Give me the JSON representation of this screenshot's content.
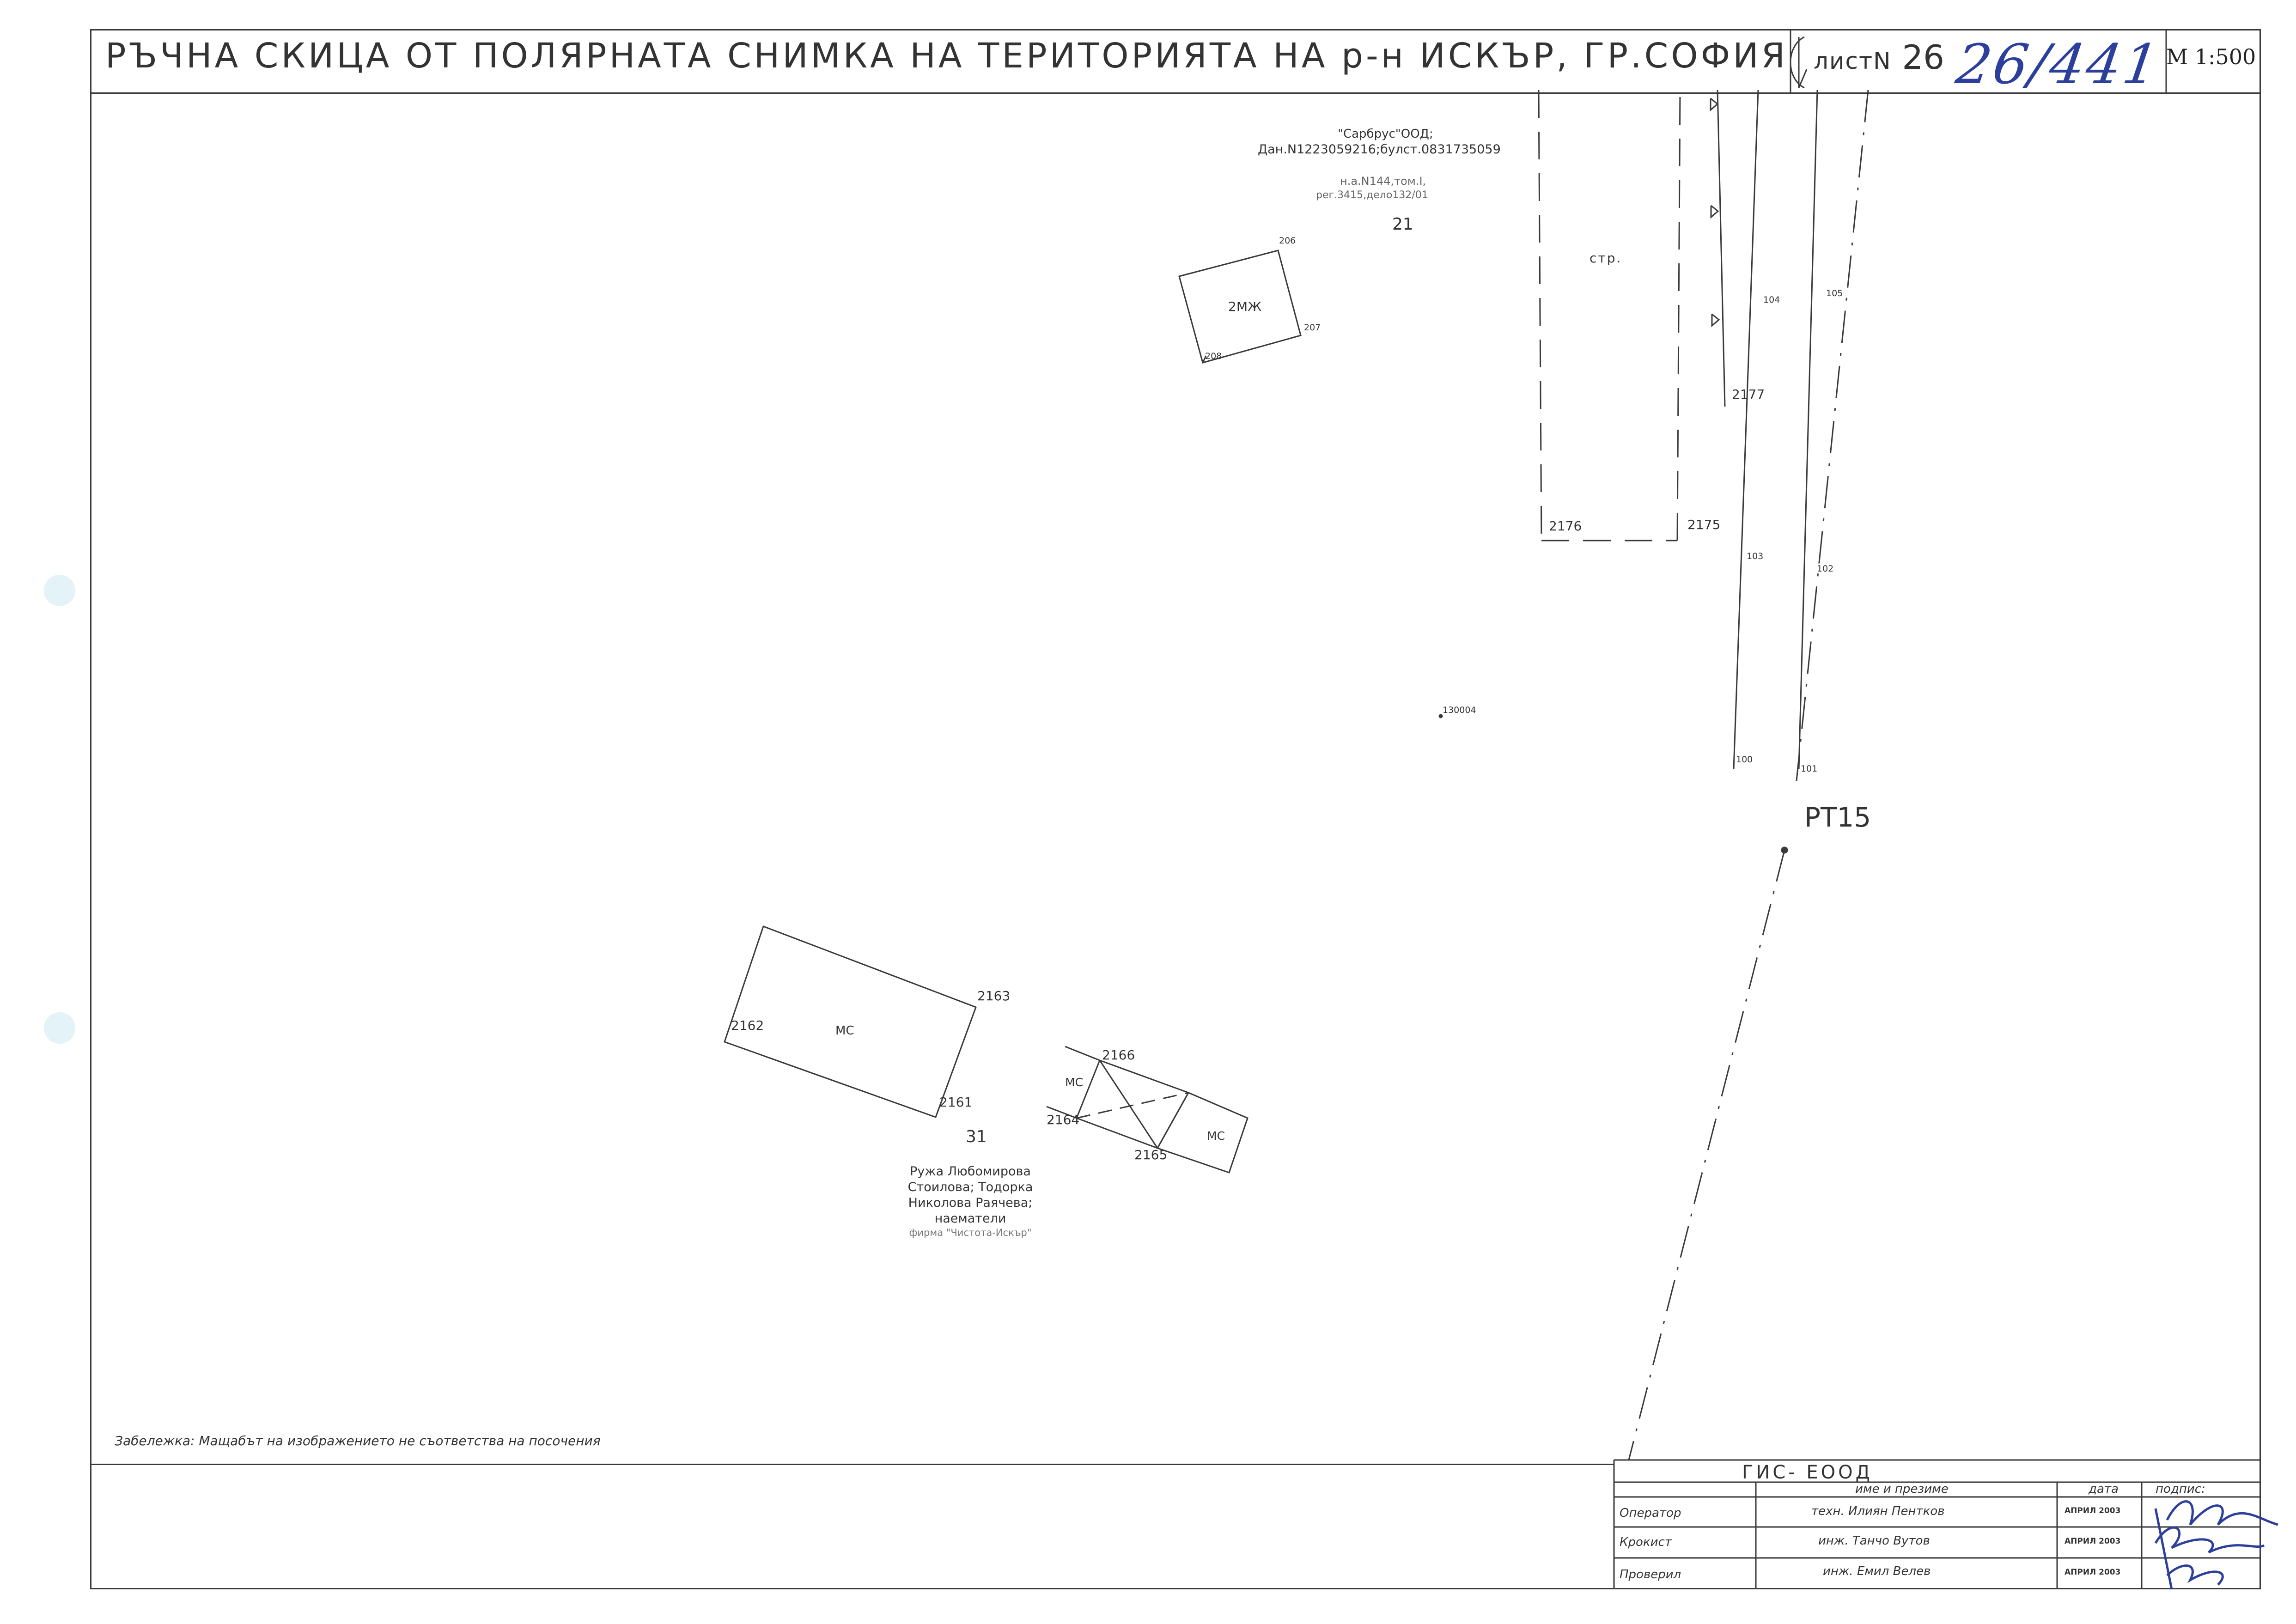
{
  "header": {
    "title": "РЪЧНА СКИЦА ОТ ПОЛЯРНАТА СНИМКА НА ТЕРИТОРИЯТА НА р-н ИСКЪР, ГР.СОФИЯ",
    "sheet_prefix": "листN",
    "sheet_number": "26",
    "handwritten_number": "26/441",
    "scale": "М 1:500"
  },
  "map": {
    "owner_line1": "\"Сарбрус\"ООД;",
    "owner_line2": "Дан.N1223059216;булст.0831735059",
    "deed_line1": "н.а.N144,том.I,",
    "deed_line2": "рег.3415,дело132/01",
    "parcel_21": "21",
    "parcel_31": "31",
    "bldg_2mzh": "2МЖ",
    "bldg_str": "стр.",
    "bldg_mc_large": "МС",
    "bldg_mc_small1": "МС",
    "bldg_mc_small2": "МС",
    "pt_206": "206",
    "pt_207": "207",
    "pt_208": "208",
    "pt_2175": "2175",
    "pt_2176": "2176",
    "pt_2177": "2177",
    "pt_100": "100",
    "pt_101": "101",
    "pt_102": "102",
    "pt_103": "103",
    "pt_104": "104",
    "pt_105": "105",
    "pt_130004": "130004",
    "rt15": "РТ15",
    "pt_2161": "2161",
    "pt_2162": "2162",
    "pt_2163": "2163",
    "pt_2164": "2164",
    "pt_2165": "2165",
    "pt_2166": "2166",
    "owners_line1": "Ружа Любомирова",
    "owners_line2": "Стоилова; Тодорка",
    "owners_line3": "Николова Раячева;",
    "owners_line4": "наематели",
    "owners_line5": "фирма \"Чистота-Искър\""
  },
  "note": "Забележка: Мащабът на изображението не съответства на посочения",
  "title_block": {
    "company": "ГИС- ЕООД",
    "col_name": "име и презиме",
    "col_date": "дата",
    "col_sign": "подпис:",
    "rows": [
      {
        "role": "Оператор",
        "name": "техн. Илиян Пентков",
        "date": "АПРИЛ 2003"
      },
      {
        "role": "Крокист",
        "name": "инж. Танчо Вутов",
        "date": "АПРИЛ 2003"
      },
      {
        "role": "Проверил",
        "name": "инж. Емил Велев",
        "date": "АПРИЛ 2003"
      }
    ]
  },
  "colors": {
    "ink": "#333333",
    "pen": "#2c3f9c",
    "hole": "#e3f3f7"
  }
}
